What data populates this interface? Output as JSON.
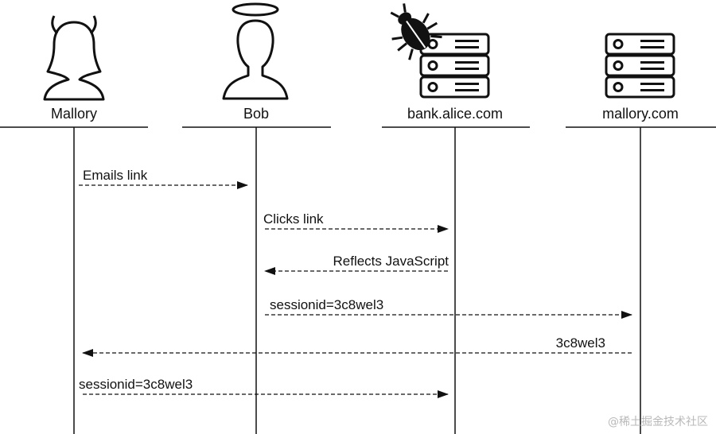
{
  "actors": [
    {
      "id": "mallory",
      "label": "Mallory",
      "icon": "devil-person-icon"
    },
    {
      "id": "bob",
      "label": "Bob",
      "icon": "angel-person-icon"
    },
    {
      "id": "bank",
      "label": "bank.alice.com",
      "icon": "infected-server-icon"
    },
    {
      "id": "mallory_server",
      "label": "mallory.com",
      "icon": "server-icon"
    }
  ],
  "messages": [
    {
      "from": "mallory",
      "to": "bob",
      "label": "Emails link"
    },
    {
      "from": "bob",
      "to": "bank",
      "label": "Clicks link"
    },
    {
      "from": "bank",
      "to": "bob",
      "label": "Reflects JavaScript"
    },
    {
      "from": "bob",
      "to": "mallory_server",
      "label": "sessionid=3c8wel3"
    },
    {
      "from": "mallory_server",
      "to": "mallory",
      "label": "3c8wel3"
    },
    {
      "from": "mallory",
      "to": "bank",
      "label": "sessionid=3c8wel3"
    }
  ],
  "watermark": "@稀土掘金技术社区",
  "colors": {
    "line": "#111111",
    "icon_fill": "#111111",
    "watermark": "#b9b9b9"
  }
}
